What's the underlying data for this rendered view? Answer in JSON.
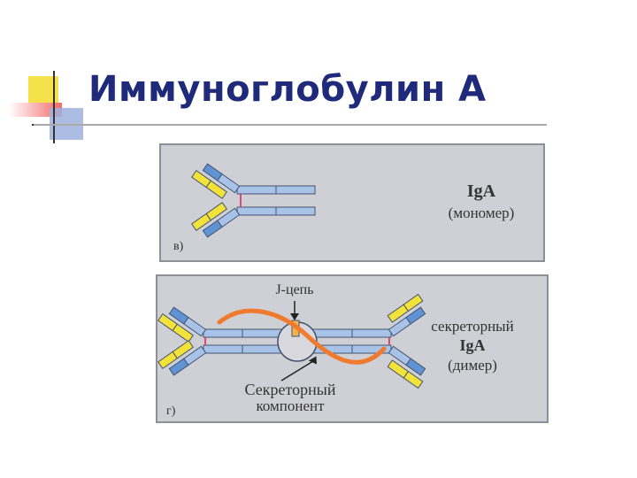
{
  "slide": {
    "title": "Иммуноглобулин А"
  },
  "panel_top": {
    "letter": "в)",
    "name": "IgA",
    "sub": "(мономер)"
  },
  "panel_bottom": {
    "letter": "г)",
    "j_chain": "J-цепь",
    "label_line1": "секреторный",
    "label_line2": "IgA",
    "label_line3": "(димер)",
    "component_line1": "Секреторный",
    "component_line2": "компонент"
  },
  "colors": {
    "title": "#1f2a7a",
    "heavy_chain": "#a9c3e8",
    "variable_blue": "#5f93d3",
    "light_chain_yellow": "#f2e23a",
    "disulfide": "#e0457a",
    "secretory_component": "#f07a2e",
    "j_chain": "#f2b34a",
    "panel_bg": "#cfcfd6"
  }
}
